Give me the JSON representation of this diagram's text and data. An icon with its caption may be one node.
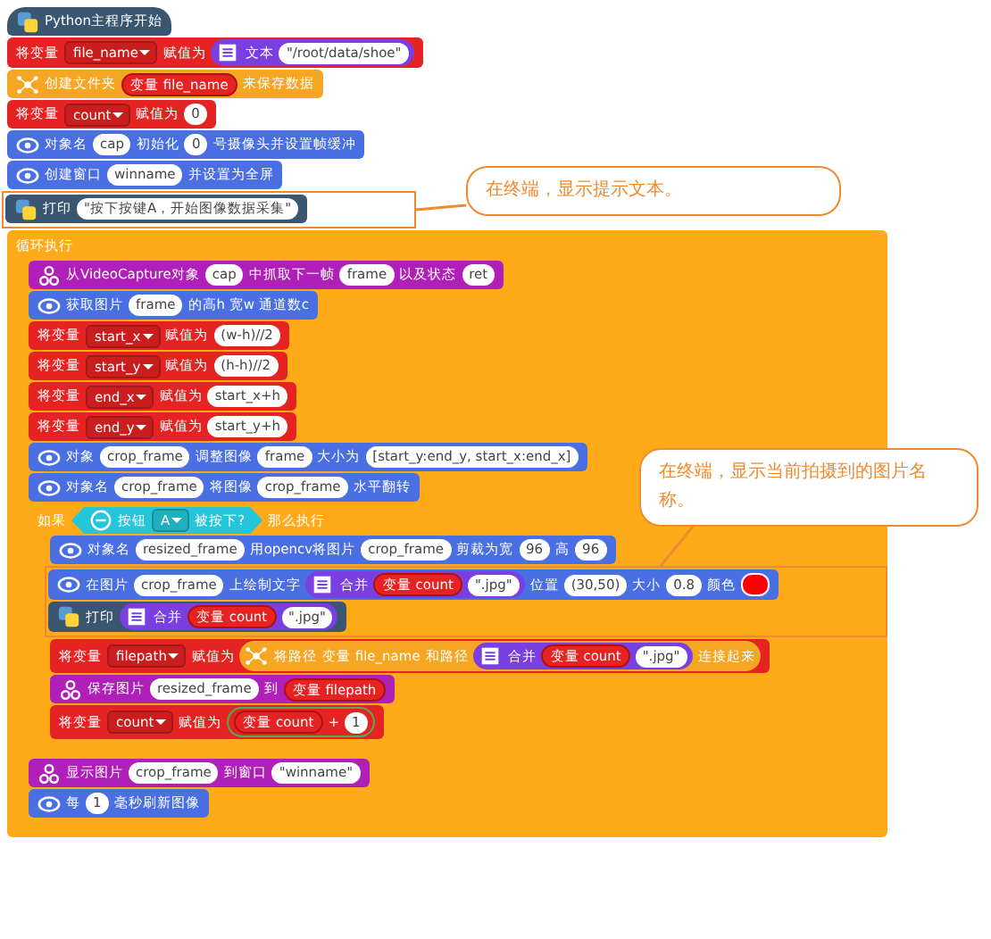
{
  "diagram": {
    "nodes": [
      {
        "text": [
          "Python主程序开始"
        ]
      },
      {
        "text": [
          "将变量",
          "file_name",
          "赋值为",
          "文本",
          "\"/root/data/shoe\""
        ]
      },
      {
        "text": [
          "创建文件夹",
          "变量 file_name",
          "来保存数据"
        ]
      },
      {
        "text": [
          "将变量",
          "count",
          "赋值为",
          "0"
        ]
      },
      {
        "text": [
          "对象名",
          "cap",
          "初始化",
          "0",
          "号摄像头并设置帧缓冲"
        ]
      },
      {
        "text": [
          "创建窗口",
          "winname",
          "并设置为全屏"
        ]
      },
      {
        "text": [],
        "shape": "box"
      },
      {
        "text": [
          "打印",
          "\"按下按键A，开始图像数据采集\""
        ],
        "in": 6
      },
      {
        "text": [
          "在终端，显示提示文本。"
        ]
      },
      {
        "text": [
          "循环执行"
        ]
      },
      {
        "text": [
          "从VideoCapture对象",
          "cap",
          "中抓取下一帧",
          "frame",
          "以及状态",
          "ret"
        ],
        "in": 9
      },
      {
        "text": [
          "获取图片",
          "frame",
          "的高h 宽w 通道数c"
        ],
        "in": 9
      },
      {
        "text": [
          "将变量",
          "start_x",
          "赋值为",
          "(w-h)//2"
        ],
        "in": 9
      },
      {
        "text": [
          "将变量",
          "start_y",
          "赋值为",
          "(h-h)//2"
        ],
        "in": 9
      },
      {
        "text": [
          "将变量",
          "end_x",
          "赋值为",
          "start_x+h"
        ],
        "in": 9
      },
      {
        "text": [
          "将变量",
          "end_y",
          "赋值为",
          "start_y+h"
        ],
        "in": 9
      },
      {
        "text": [
          "对象",
          "crop_frame",
          "调整图像",
          "frame",
          "大小为",
          "[start_y:end_y, start_x:end_x]"
        ],
        "in": 9
      },
      {
        "text": [
          "对象名",
          "crop_frame",
          "将图像",
          "crop_frame",
          "水平翻转"
        ],
        "in": 9
      },
      {
        "text": [
          "在终端，显示当前拍摄到的图片名称。"
        ]
      },
      {
        "text": [
          "如果",
          "按钮",
          "A",
          "被按下?",
          "那么执行"
        ],
        "in": 9
      },
      {
        "text": [
          "对象名",
          "resized_frame",
          "用opencv将图片",
          "crop_frame",
          "剪裁为宽",
          "96",
          "高",
          "96"
        ],
        "in": 19
      },
      {
        "text": [],
        "shape": "box",
        "in": 19
      },
      {
        "text": [
          "在图片",
          "crop_frame",
          "上绘制文字",
          "合并",
          "变量 count",
          "\".jpg\"",
          "位置",
          "(30,50)",
          "大小",
          "0.8",
          "颜色"
        ],
        "in": 21
      },
      {
        "text": [
          "打印",
          "合并",
          "变量 count",
          "\".jpg\""
        ],
        "in": 21
      },
      {
        "text": [
          "将变量",
          "filepath",
          "赋值为",
          "将路径",
          "变量 file_name",
          "和路径",
          "合并",
          "变量 count",
          "\".jpg\"",
          "连接起来"
        ],
        "in": 19
      },
      {
        "text": [
          "保存图片",
          "resized_frame",
          "到",
          "变量 filepath"
        ],
        "in": 19
      },
      {
        "text": [
          "将变量",
          "count",
          "赋值为",
          "变量 count",
          "+",
          "1"
        ],
        "in": 19
      },
      {
        "text": [
          "显示图片",
          "crop_frame",
          "到窗口",
          "\"winname\""
        ],
        "in": 9
      },
      {
        "text": [
          "每",
          "1",
          "毫秒刷新图像"
        ],
        "in": 9
      }
    ],
    "edges": [
      {
        "from": 8,
        "to": 6,
        "arrow": "none"
      },
      {
        "from": 18,
        "to": 21,
        "arrow": "none"
      }
    ]
  }
}
